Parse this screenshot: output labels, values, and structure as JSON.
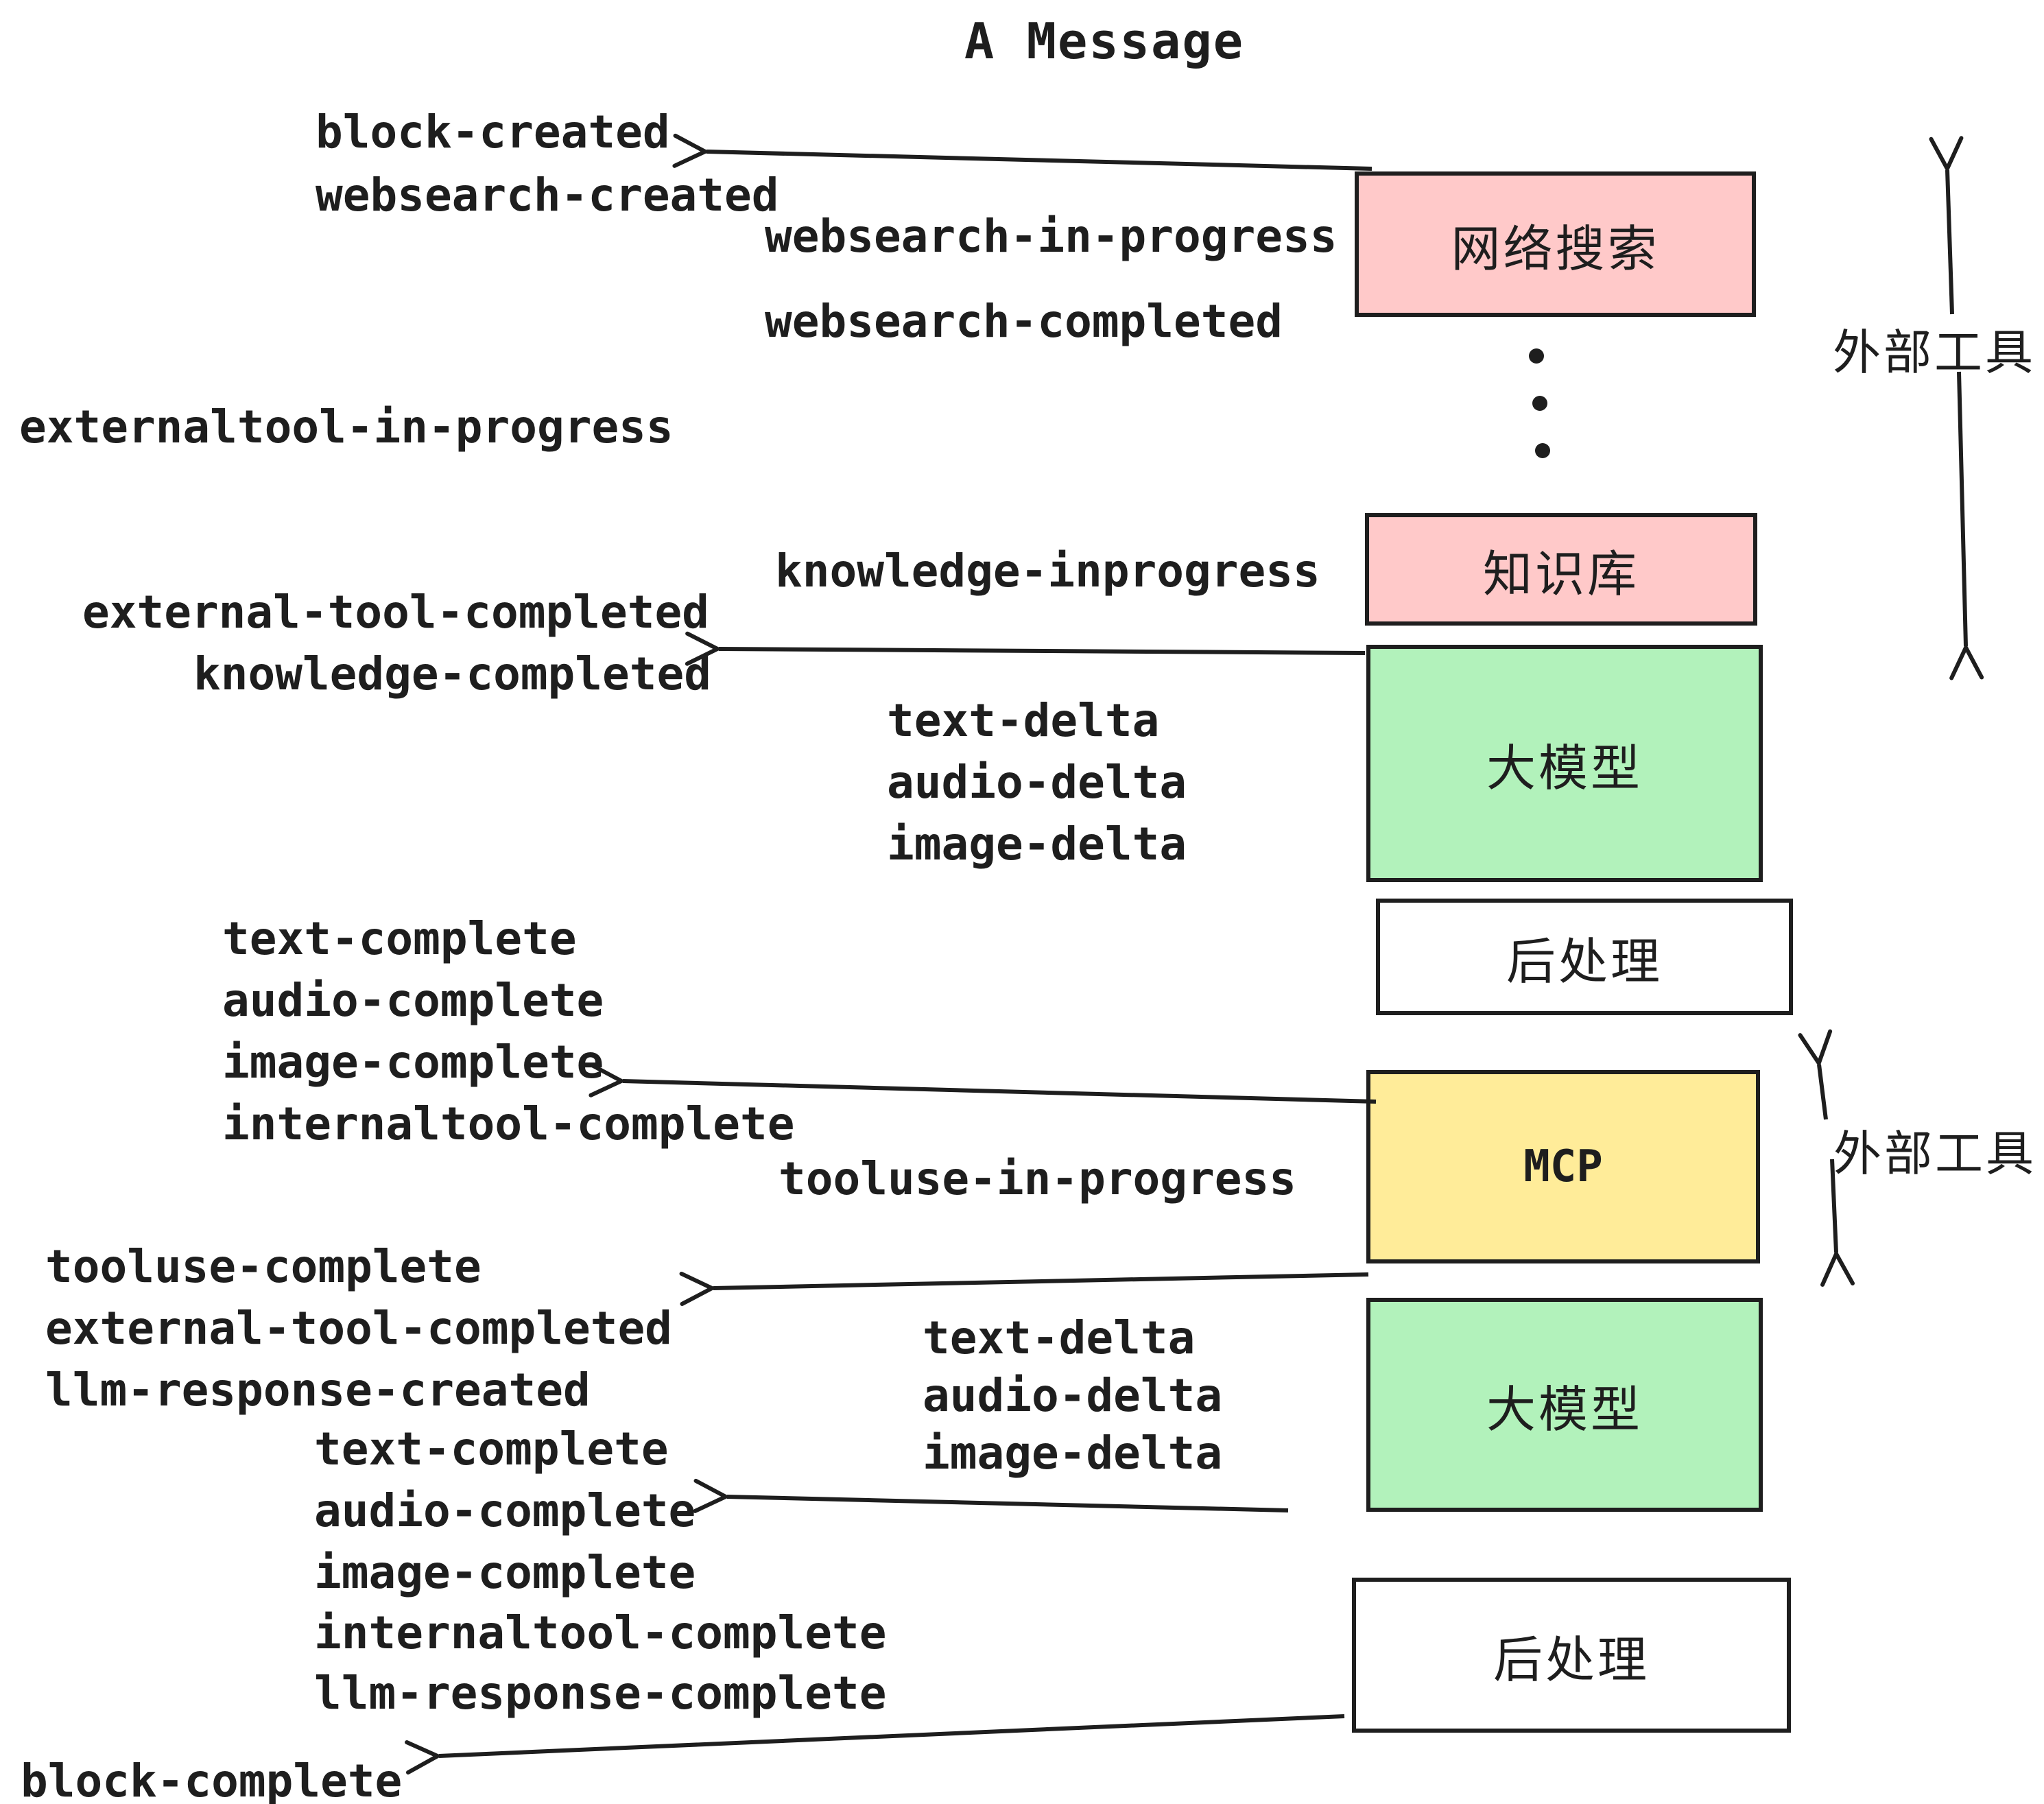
{
  "title": "A Message",
  "colors": {
    "box_pink": "#ffc9c9",
    "box_green": "#b2f2bb",
    "box_yellow": "#ffec99",
    "box_white": "#ffffff",
    "stroke": "#1e1e1e"
  },
  "boxes": [
    {
      "id": "websearch",
      "label": "网络搜索"
    },
    {
      "id": "knowledge",
      "label": "知识库"
    },
    {
      "id": "llm-1",
      "label": "大模型"
    },
    {
      "id": "postprocess-1",
      "label": "后处理"
    },
    {
      "id": "mcp",
      "label": "MCP"
    },
    {
      "id": "llm-2",
      "label": "大模型"
    },
    {
      "id": "postprocess-2",
      "label": "后处理"
    }
  ],
  "side_labels": [
    {
      "id": "external-tools-top",
      "text": "外部工具"
    },
    {
      "id": "external-tools-bottom",
      "text": "外部工具"
    }
  ],
  "events": [
    {
      "text": "block-created"
    },
    {
      "text": "websearch-created"
    },
    {
      "text": "websearch-in-progress"
    },
    {
      "text": "websearch-completed"
    },
    {
      "text": "externaltool-in-progress"
    },
    {
      "text": "knowledge-inprogress"
    },
    {
      "text": "external-tool-completed"
    },
    {
      "text": "knowledge-completed"
    },
    {
      "text": "text-delta"
    },
    {
      "text": "audio-delta"
    },
    {
      "text": "image-delta"
    },
    {
      "text": "text-complete"
    },
    {
      "text": "audio-complete"
    },
    {
      "text": "image-complete"
    },
    {
      "text": "internaltool-complete"
    },
    {
      "text": "tooluse-in-progress"
    },
    {
      "text": "tooluse-complete"
    },
    {
      "text": "external-tool-completed"
    },
    {
      "text": "llm-response-created"
    },
    {
      "text": "text-complete"
    },
    {
      "text": "text-delta"
    },
    {
      "text": "audio-delta"
    },
    {
      "text": "image-delta"
    },
    {
      "text": "audio-complete"
    },
    {
      "text": "image-complete"
    },
    {
      "text": "internaltool-complete"
    },
    {
      "text": "llm-response-complete"
    },
    {
      "text": "block-complete"
    }
  ]
}
